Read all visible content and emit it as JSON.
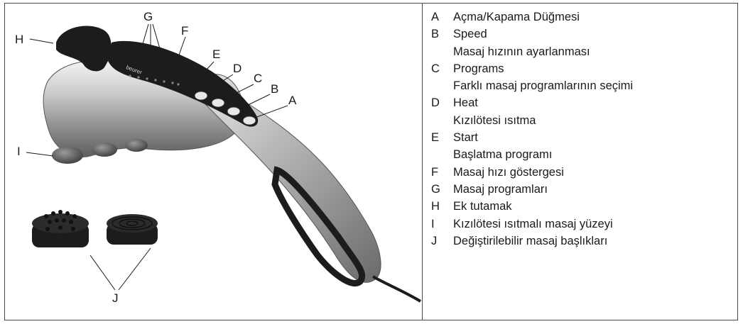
{
  "illustration": {
    "callout_letters": [
      "H",
      "G",
      "F",
      "E",
      "D",
      "C",
      "B",
      "A",
      "I",
      "J"
    ],
    "device_brand": "beurer",
    "colors": {
      "body_silver": "#b9b9b9",
      "rubber_black": "#1c1c1c",
      "line": "#1a1a1a"
    }
  },
  "legend": [
    {
      "letter": "A",
      "text": "Açma/Kapama Düğmesi"
    },
    {
      "letter": "B",
      "text": "Speed"
    },
    {
      "letter": "",
      "text": "Masaj hızının ayarlanması"
    },
    {
      "letter": "C",
      "text": "Programs"
    },
    {
      "letter": "",
      "text": "Farklı masaj programlarının seçimi"
    },
    {
      "letter": "D",
      "text": "Heat"
    },
    {
      "letter": "",
      "text": "Kızılötesi ısıtma"
    },
    {
      "letter": "E",
      "text": "Start"
    },
    {
      "letter": "",
      "text": "Başlatma programı"
    },
    {
      "letter": "F",
      "text": "Masaj hızı göstergesi"
    },
    {
      "letter": "G",
      "text": "Masaj programları"
    },
    {
      "letter": "H",
      "text": "Ek tutamak"
    },
    {
      "letter": "I",
      "text": "Kızılötesi ısıtmalı masaj yüzeyi"
    },
    {
      "letter": "J",
      "text": "Değiştirilebilir masaj başlıkları"
    }
  ]
}
